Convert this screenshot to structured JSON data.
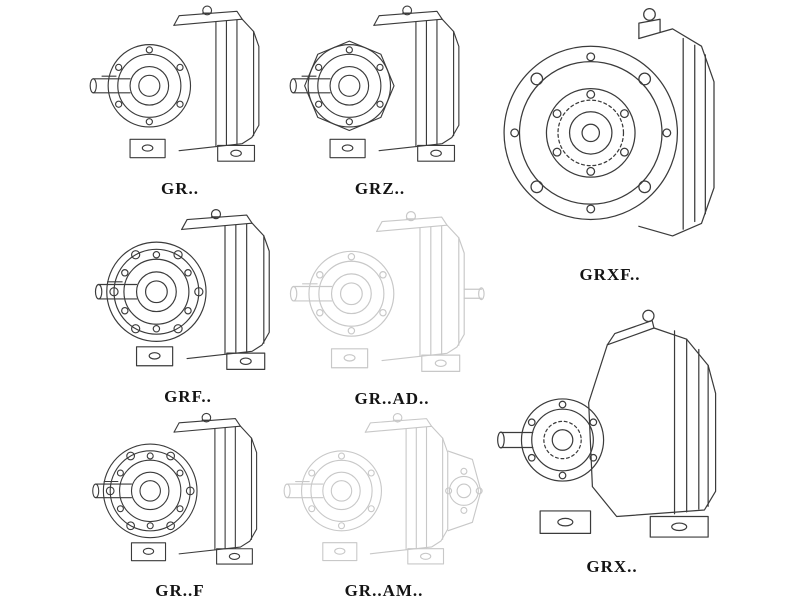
{
  "page": {
    "background": "#ffffff"
  },
  "colors": {
    "line-solid": "#3b3b3b",
    "line-faded": "#c8c8c8",
    "label": "#141414"
  },
  "figures": [
    {
      "id": "gr",
      "label": "GR..",
      "style": "solid",
      "drawing": "foot-mounted-gear-unit"
    },
    {
      "id": "grz",
      "label": "GRZ..",
      "style": "solid",
      "drawing": "foot-mounted-gear-unit-octagon-housing"
    },
    {
      "id": "grxf",
      "label": "GRXF..",
      "style": "solid",
      "drawing": "flange-front-view-gear-unit"
    },
    {
      "id": "grf",
      "label": "GRF..",
      "style": "solid",
      "drawing": "flange-mounted-gear-unit"
    },
    {
      "id": "grad",
      "label": "GR..AD..",
      "style": "faded",
      "drawing": "gear-unit-with-input-adapter"
    },
    {
      "id": "grf2",
      "label": "GR..F",
      "style": "solid",
      "drawing": "flange-mounted-gear-unit"
    },
    {
      "id": "gram",
      "label": "GR..AM..",
      "style": "faded",
      "drawing": "gear-unit-with-output-flange-adapter"
    },
    {
      "id": "grx",
      "label": "GRX..",
      "style": "solid",
      "drawing": "large-foot-mounted-gear-unit"
    }
  ]
}
